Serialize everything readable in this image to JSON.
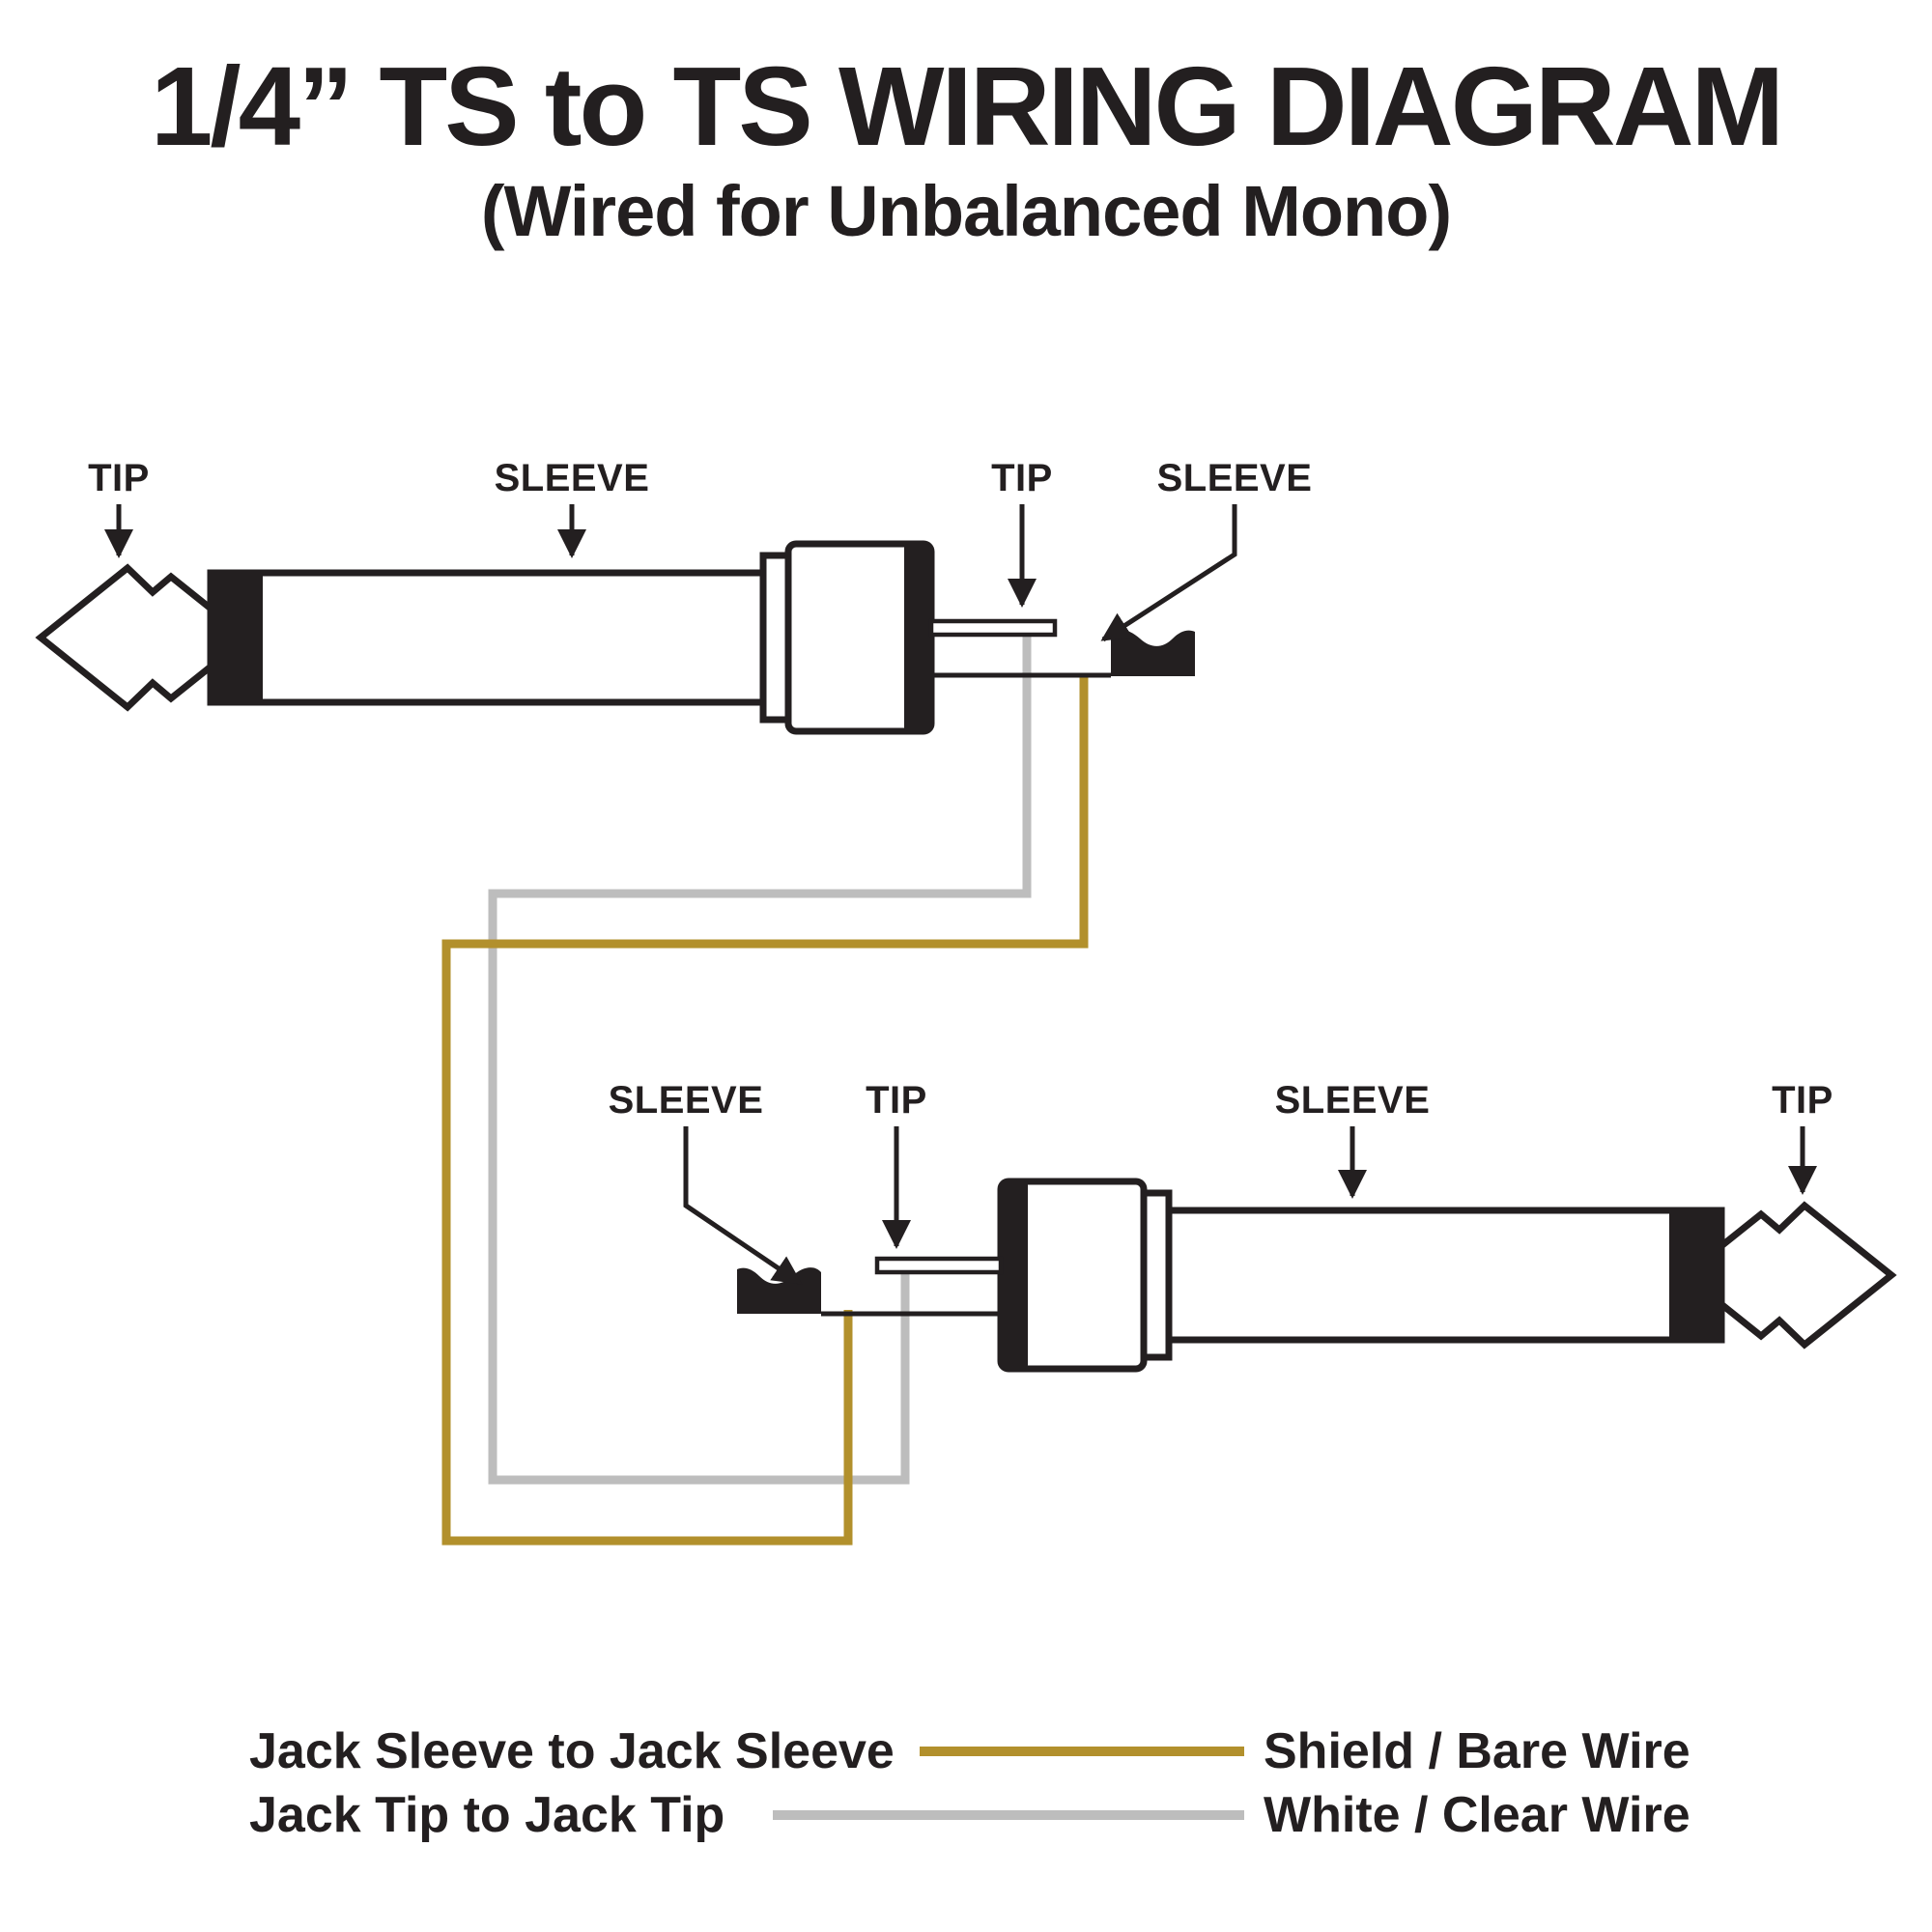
{
  "title": "1/4” TS to TS WIRING DIAGRAM",
  "subtitle": "(Wired for Unbalanced Mono)",
  "colors": {
    "ink": "#231f20",
    "shield_wire": "#b2902c",
    "tip_wire": "#bdbdbd",
    "background": "#ffffff"
  },
  "top_plug": {
    "tip_label": "TIP",
    "sleeve_label": "SLEEVE",
    "terminal_tip_label": "TIP",
    "terminal_sleeve_label": "SLEEVE"
  },
  "bottom_plug": {
    "terminal_sleeve_label": "SLEEVE",
    "terminal_tip_label": "TIP",
    "sleeve_label": "SLEEVE",
    "tip_label": "TIP"
  },
  "legend": {
    "rows": [
      {
        "connection": "Jack Sleeve to Jack Sleeve",
        "wire": "Shield / Bare Wire"
      },
      {
        "connection": "Jack Tip to Jack Tip",
        "wire": "White / Clear Wire"
      }
    ]
  }
}
